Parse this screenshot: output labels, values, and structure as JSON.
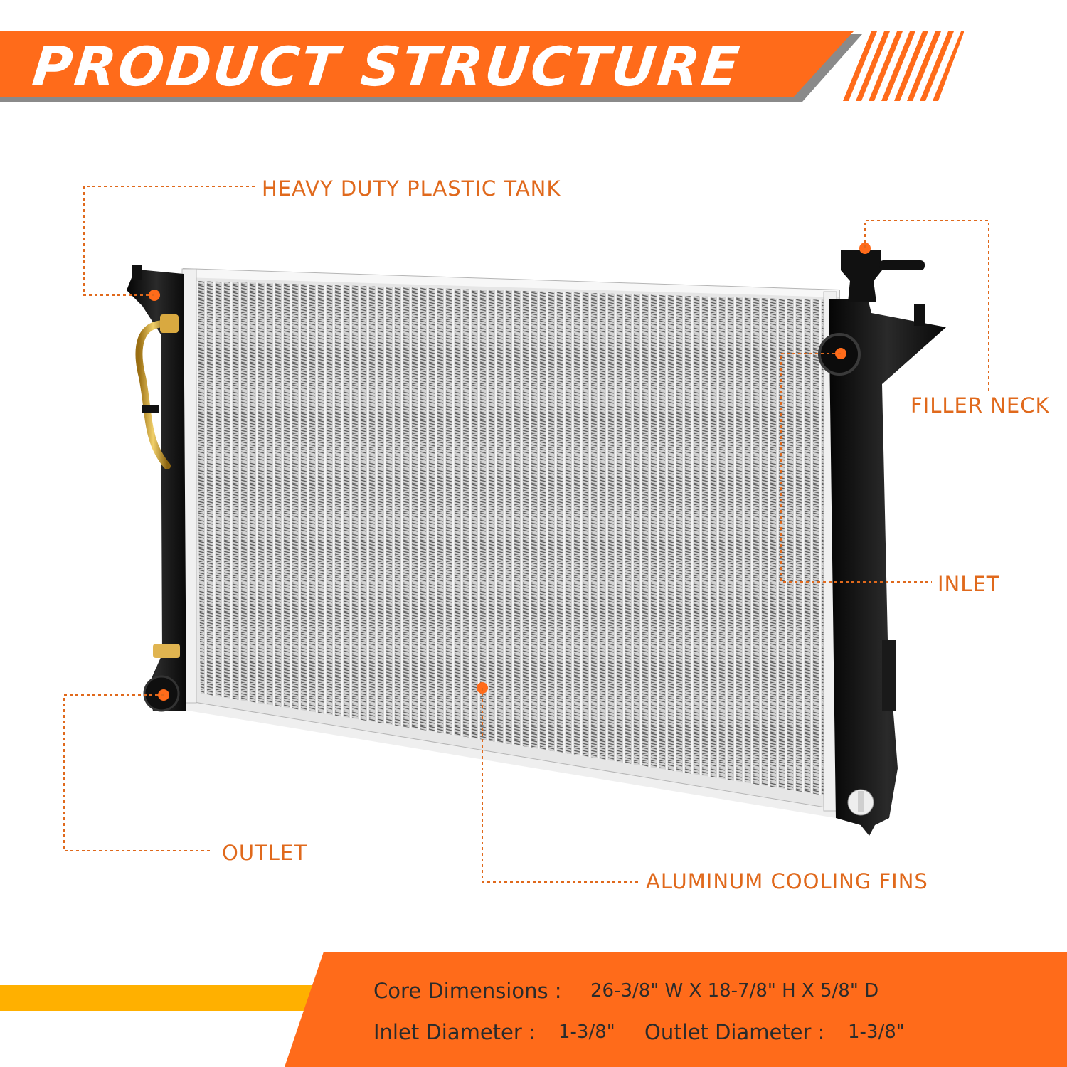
{
  "header": {
    "title": "PRODUCT STRUCTURE"
  },
  "callouts": {
    "tank": "HEAVY DUTY PLASTIC TANK",
    "filler_neck": "FILLER NECK",
    "inlet": "INLET",
    "outlet": "OUTLET",
    "fins": "ALUMINUM COOLING FINS"
  },
  "specs": {
    "core_label": "Core Dimensions :",
    "core_value": "26-3/8\" W X 18-7/8\" H X 5/8\" D",
    "inlet_label": "Inlet Diameter :",
    "inlet_value": "1-3/8\"",
    "outlet_label": "Outlet Diameter :",
    "outlet_value": "1-3/8\""
  },
  "colors": {
    "accent_orange": "#ff6b1a",
    "label_orange": "#e0691c",
    "footer_yellow": "#ffb000",
    "tank_black": "#141414",
    "fin_silver": "#c8c8c8"
  }
}
